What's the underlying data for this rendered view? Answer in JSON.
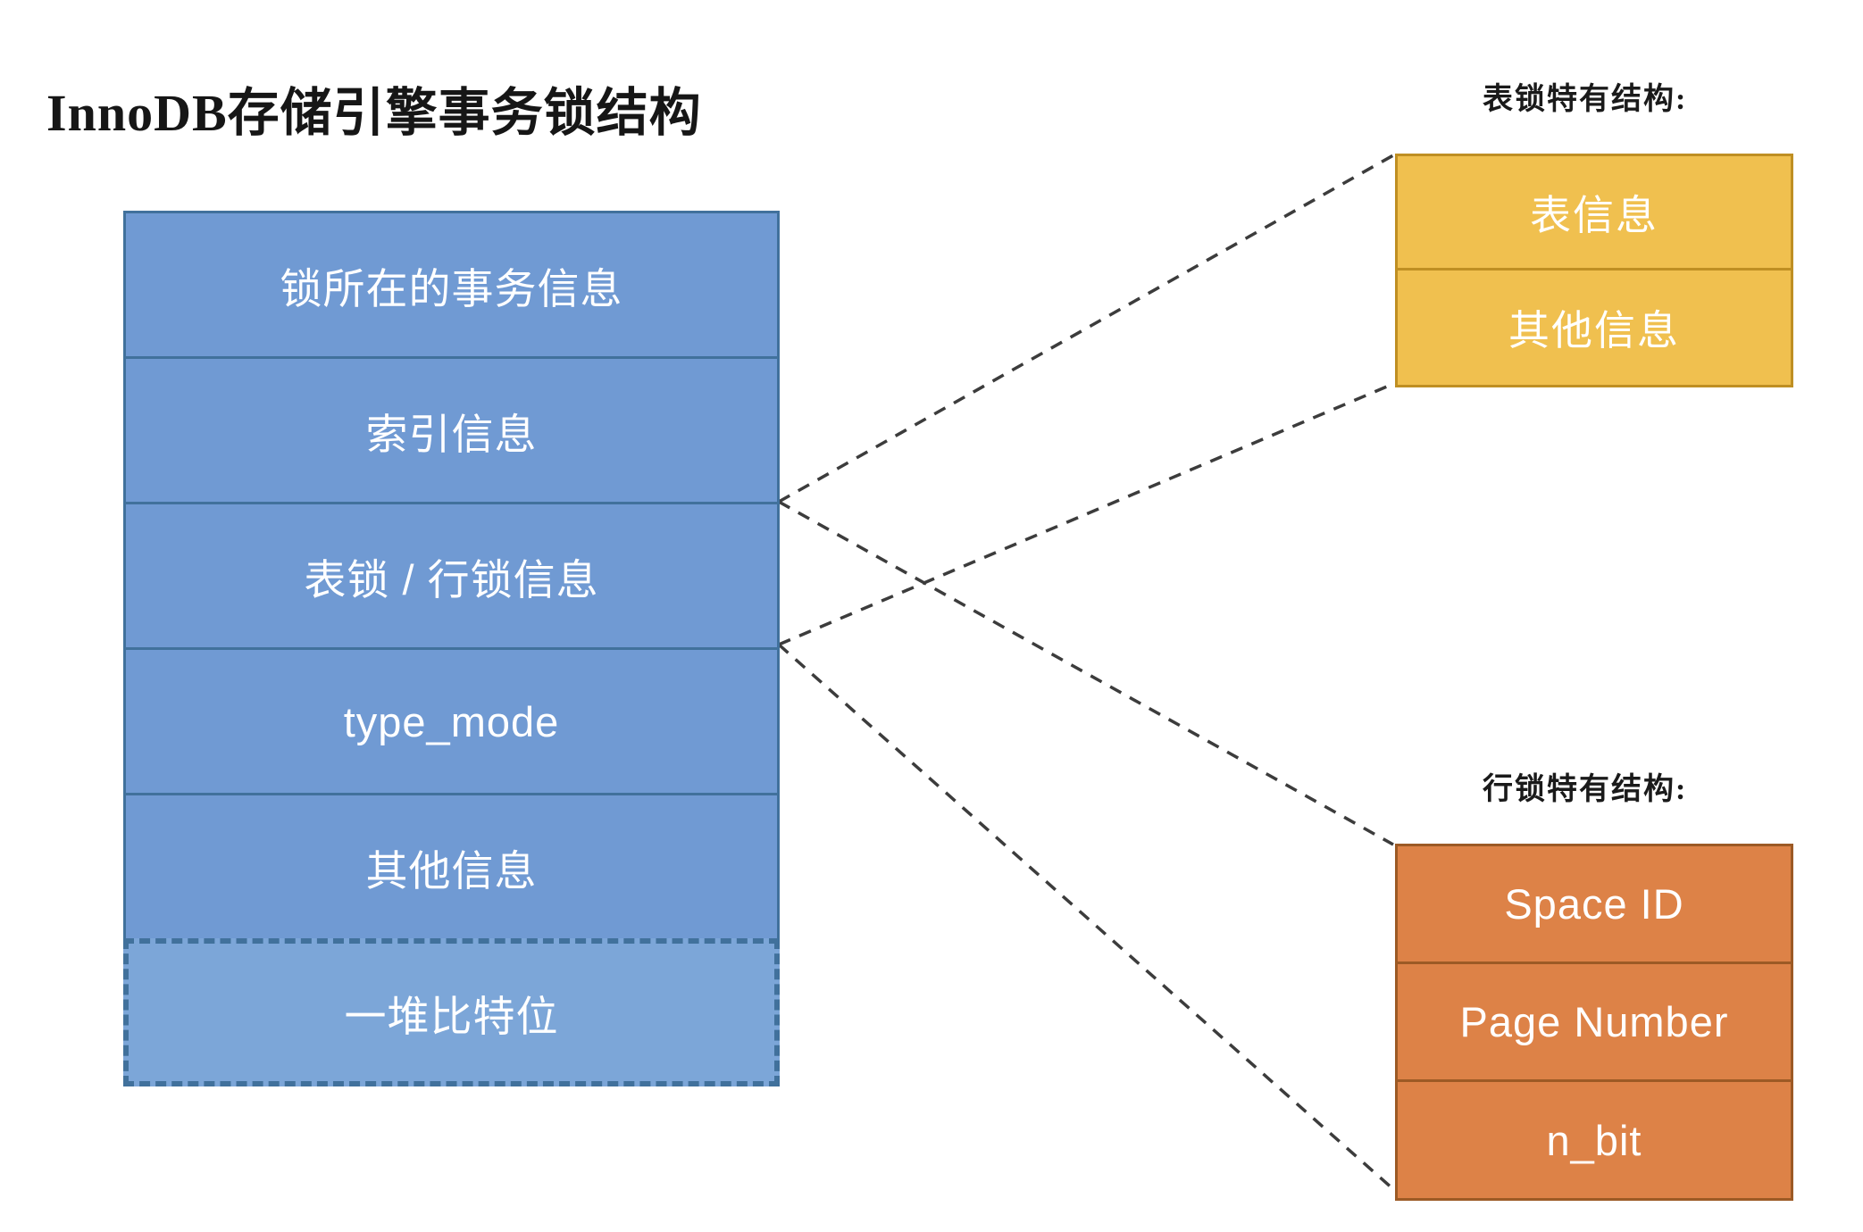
{
  "title": "InnoDB存储引擎事务锁结构",
  "lock_structure": {
    "name": "lock-structure-stack",
    "fill_color": "#709ad3",
    "border_color": "#41719c",
    "rows": [
      {
        "label": "锁所在的事务信息",
        "style": "solid"
      },
      {
        "label": "索引信息",
        "style": "solid"
      },
      {
        "label": "表锁 / 行锁信息",
        "style": "solid"
      },
      {
        "label": "type_mode",
        "style": "solid"
      },
      {
        "label": "其他信息",
        "style": "solid"
      },
      {
        "label": "一堆比特位",
        "style": "dashed"
      }
    ]
  },
  "table_lock": {
    "caption": "表锁特有结构:",
    "fill_color": "#f0c04f",
    "border_color": "#bf8f23",
    "rows": [
      {
        "label": "表信息"
      },
      {
        "label": "其他信息"
      }
    ]
  },
  "row_lock": {
    "caption": "行锁特有结构:",
    "fill_color": "#dd8247",
    "border_color": "#9c5a25",
    "rows": [
      {
        "label": "Space ID"
      },
      {
        "label": "Page Number"
      },
      {
        "label": "n_bit"
      }
    ]
  }
}
